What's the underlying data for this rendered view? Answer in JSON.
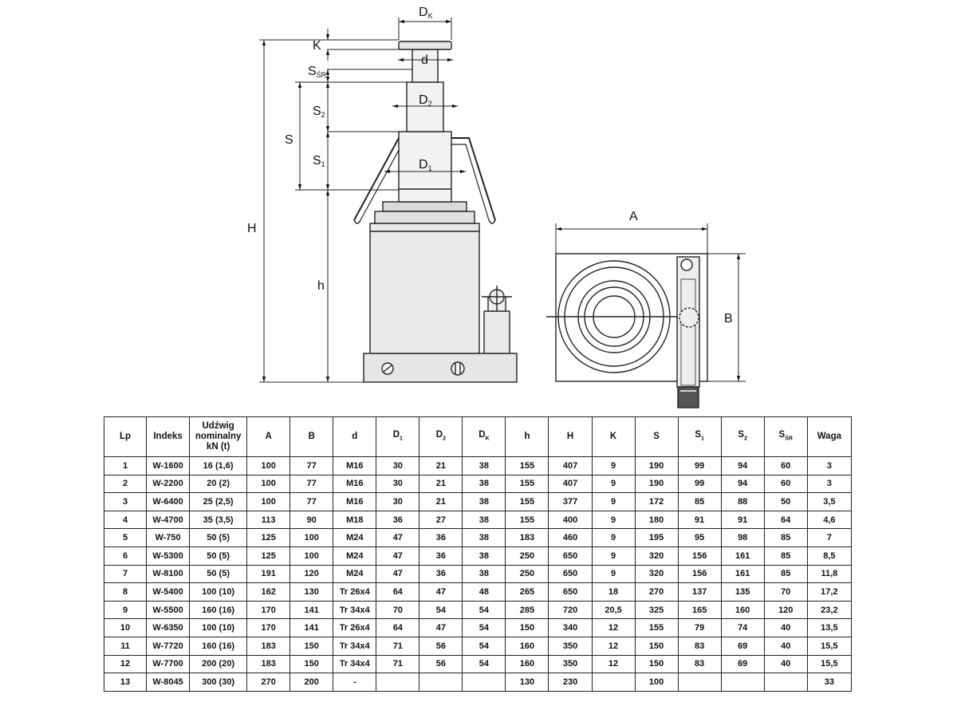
{
  "drawing": {
    "labels": {
      "dk": "D",
      "dk_sub": "K",
      "k": "K",
      "d": "d",
      "ssr": "S",
      "ssr_sub": "ŚR",
      "d2": "D",
      "d2_sub": "2",
      "s": "S",
      "s2": "S",
      "s2_sub": "2",
      "s1": "S",
      "s1_sub": "1",
      "d1": "D",
      "d1_sub": "1",
      "h_upper": "H",
      "h_lower": "h",
      "a": "A",
      "b": "B"
    }
  },
  "table": {
    "headers": [
      {
        "key": "lp",
        "label": "Lp"
      },
      {
        "key": "indeks",
        "label": "Indeks"
      },
      {
        "key": "udzwig",
        "label": "Udźwig nominalny kN (t)"
      },
      {
        "key": "a",
        "label": "A"
      },
      {
        "key": "b",
        "label": "B"
      },
      {
        "key": "d",
        "label": "d"
      },
      {
        "key": "d1",
        "label": "D",
        "sub": "1"
      },
      {
        "key": "d2",
        "label": "D",
        "sub": "2"
      },
      {
        "key": "dk",
        "label": "D",
        "sub": "K"
      },
      {
        "key": "h",
        "label": "h"
      },
      {
        "key": "H",
        "label": "H"
      },
      {
        "key": "k",
        "label": "K"
      },
      {
        "key": "s",
        "label": "S"
      },
      {
        "key": "s1",
        "label": "S",
        "sub": "1"
      },
      {
        "key": "s2",
        "label": "S",
        "sub": "2"
      },
      {
        "key": "ssr",
        "label": "S",
        "sub": "ŚR"
      },
      {
        "key": "waga",
        "label": "Waga"
      }
    ],
    "rows": [
      [
        "1",
        "W-1600",
        "16 (1,6)",
        "100",
        "77",
        "M16",
        "30",
        "21",
        "38",
        "155",
        "407",
        "9",
        "190",
        "99",
        "94",
        "60",
        "3"
      ],
      [
        "2",
        "W-2200",
        "20 (2)",
        "100",
        "77",
        "M16",
        "30",
        "21",
        "38",
        "155",
        "407",
        "9",
        "190",
        "99",
        "94",
        "60",
        "3"
      ],
      [
        "3",
        "W-6400",
        "25 (2,5)",
        "100",
        "77",
        "M16",
        "30",
        "21",
        "38",
        "155",
        "377",
        "9",
        "172",
        "85",
        "88",
        "50",
        "3,5"
      ],
      [
        "4",
        "W-4700",
        "35 (3,5)",
        "113",
        "90",
        "M18",
        "36",
        "27",
        "38",
        "155",
        "400",
        "9",
        "180",
        "91",
        "91",
        "64",
        "4,6"
      ],
      [
        "5",
        "W-750",
        "50 (5)",
        "125",
        "100",
        "M24",
        "47",
        "36",
        "38",
        "183",
        "460",
        "9",
        "195",
        "95",
        "98",
        "85",
        "7"
      ],
      [
        "6",
        "W-5300",
        "50 (5)",
        "125",
        "100",
        "M24",
        "47",
        "36",
        "38",
        "250",
        "650",
        "9",
        "320",
        "156",
        "161",
        "85",
        "8,5"
      ],
      [
        "7",
        "W-8100",
        "50 (5)",
        "191",
        "120",
        "M24",
        "47",
        "36",
        "38",
        "250",
        "650",
        "9",
        "320",
        "156",
        "161",
        "85",
        "11,8"
      ],
      [
        "8",
        "W-5400",
        "100 (10)",
        "162",
        "130",
        "Tr 26x4",
        "64",
        "47",
        "48",
        "265",
        "650",
        "18",
        "270",
        "137",
        "135",
        "70",
        "17,2"
      ],
      [
        "9",
        "W-5500",
        "160 (16)",
        "170",
        "141",
        "Tr 34x4",
        "70",
        "54",
        "54",
        "285",
        "720",
        "20,5",
        "325",
        "165",
        "160",
        "120",
        "23,2"
      ],
      [
        "10",
        "W-6350",
        "100 (10)",
        "170",
        "141",
        "Tr 26x4",
        "64",
        "47",
        "54",
        "150",
        "340",
        "12",
        "155",
        "79",
        "74",
        "40",
        "13,5"
      ],
      [
        "11",
        "W-7720",
        "160 (16)",
        "183",
        "150",
        "Tr 34x4",
        "71",
        "56",
        "54",
        "160",
        "350",
        "12",
        "150",
        "83",
        "69",
        "40",
        "15,5"
      ],
      [
        "12",
        "W-7700",
        "200 (20)",
        "183",
        "150",
        "Tr 34x4",
        "71",
        "56",
        "54",
        "160",
        "350",
        "12",
        "150",
        "83",
        "69",
        "40",
        "15,5"
      ],
      [
        "13",
        "W-8045",
        "300 (30)",
        "270",
        "200",
        "-",
        "",
        "",
        "",
        "130",
        "230",
        "",
        "100",
        "",
        "",
        "",
        "33"
      ]
    ]
  }
}
